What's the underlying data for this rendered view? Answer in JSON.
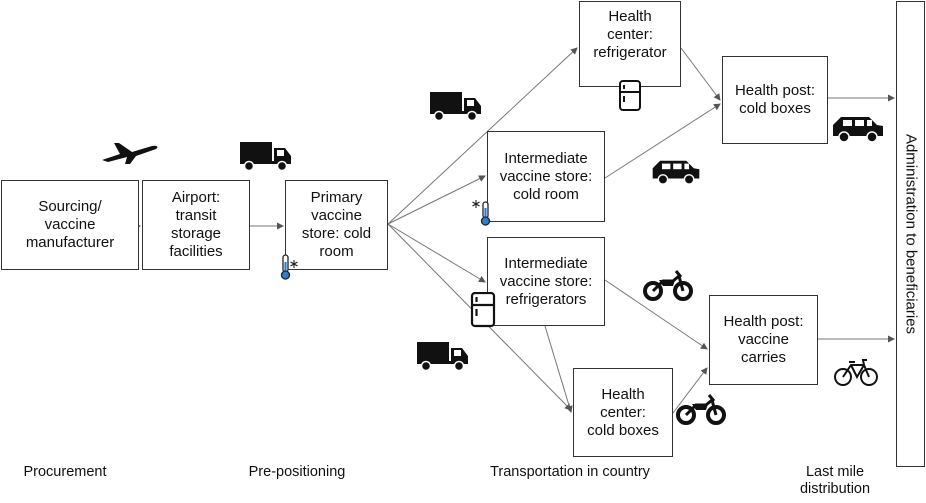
{
  "nodes": {
    "sourcing": "Sourcing/\nvaccine\nmanufacturer",
    "airport": "Airport:\ntransit\nstorage\nfacilities",
    "primary": "Primary\nvaccine\nstore: cold\nroom",
    "hc_refrigerator": "Health\ncenter:\nrefrigerator",
    "ivs_coldroom": "Intermediate\nvaccine store:\ncold room",
    "ivs_refrigerators": "Intermediate\nvaccine store:\nrefrigerators",
    "hc_coldboxes": "Health\ncenter:\ncold boxes",
    "hp_coldboxes": "Health post:\ncold boxes",
    "hp_carries": "Health post:\nvaccine\ncarries",
    "administration": "Administration to beneficiaries"
  },
  "stages": {
    "procurement": "Procurement",
    "prepositioning": "Pre-positioning",
    "transportation": "Transportation in country",
    "lastmile": "Last mile\ndistribution"
  },
  "icons": [
    "airplane-icon",
    "truck-icon",
    "truck-icon",
    "truck-icon",
    "thermometer-snowflake-icon",
    "thermometer-snowflake-icon",
    "refrigerator-icon",
    "refrigerator-icon",
    "suv-icon",
    "suv-icon",
    "motorcycle-icon",
    "motorcycle-icon",
    "bicycle-icon"
  ]
}
